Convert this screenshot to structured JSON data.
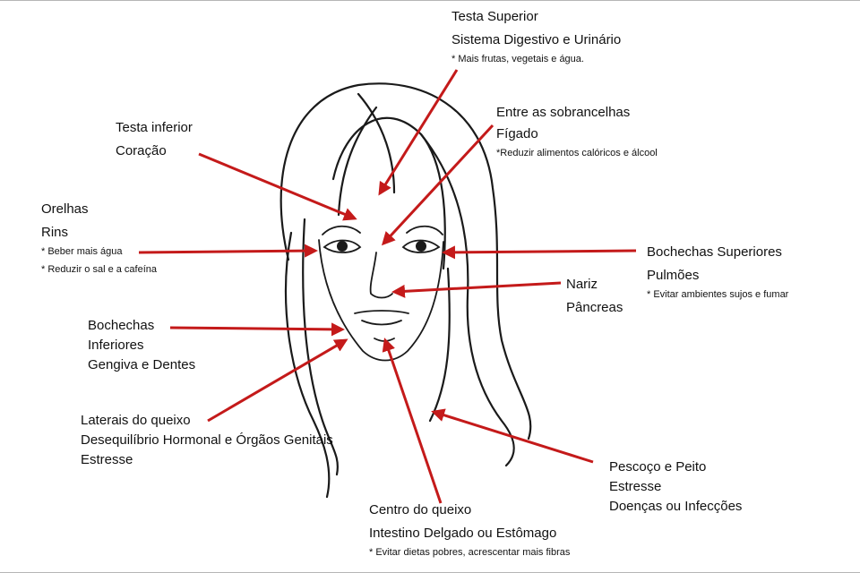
{
  "diagram": {
    "arrow_color": "#c41a1a",
    "labels": [
      {
        "id": "testa-superior",
        "lines": [
          "Testa Superior",
          "Sistema Digestivo e Urinário"
        ],
        "notes": [
          "* Mais frutas, vegetais e água."
        ]
      },
      {
        "id": "testa-inferior",
        "lines": [
          "Testa inferior",
          "Coração"
        ],
        "notes": []
      },
      {
        "id": "sobrancelhas",
        "lines": [
          "Entre as sobrancelhas",
          "Fígado"
        ],
        "notes": [
          "*Reduzir alimentos calóricos e álcool"
        ]
      },
      {
        "id": "orelhas",
        "lines": [
          "Orelhas",
          "Rins"
        ],
        "notes": [
          "* Beber mais água",
          "* Reduzir o sal e a cafeína"
        ]
      },
      {
        "id": "bochechas-superiores",
        "lines": [
          "Bochechas Superiores",
          "Pulmões"
        ],
        "notes": [
          "* Evitar ambientes sujos e fumar"
        ]
      },
      {
        "id": "nariz",
        "lines": [
          "Nariz",
          "Pâncreas"
        ],
        "notes": []
      },
      {
        "id": "bochechas-inferiores",
        "lines": [
          "Bochechas",
          "Inferiores",
          "Gengiva e Dentes"
        ],
        "notes": []
      },
      {
        "id": "laterais-queixo",
        "lines": [
          "Laterais do queixo",
          "Desequilíbrio Hormonal e Órgãos Genitais",
          "Estresse"
        ],
        "notes": []
      },
      {
        "id": "pescoco-peito",
        "lines": [
          "Pescoço e Peito",
          "Estresse",
          "Doenças ou Infecções"
        ],
        "notes": []
      },
      {
        "id": "centro-queixo",
        "lines": [
          "Centro do queixo",
          "Intestino Delgado ou Estômago"
        ],
        "notes": [
          "* Evitar dietas pobres, acrescentar mais fibras"
        ]
      }
    ]
  }
}
